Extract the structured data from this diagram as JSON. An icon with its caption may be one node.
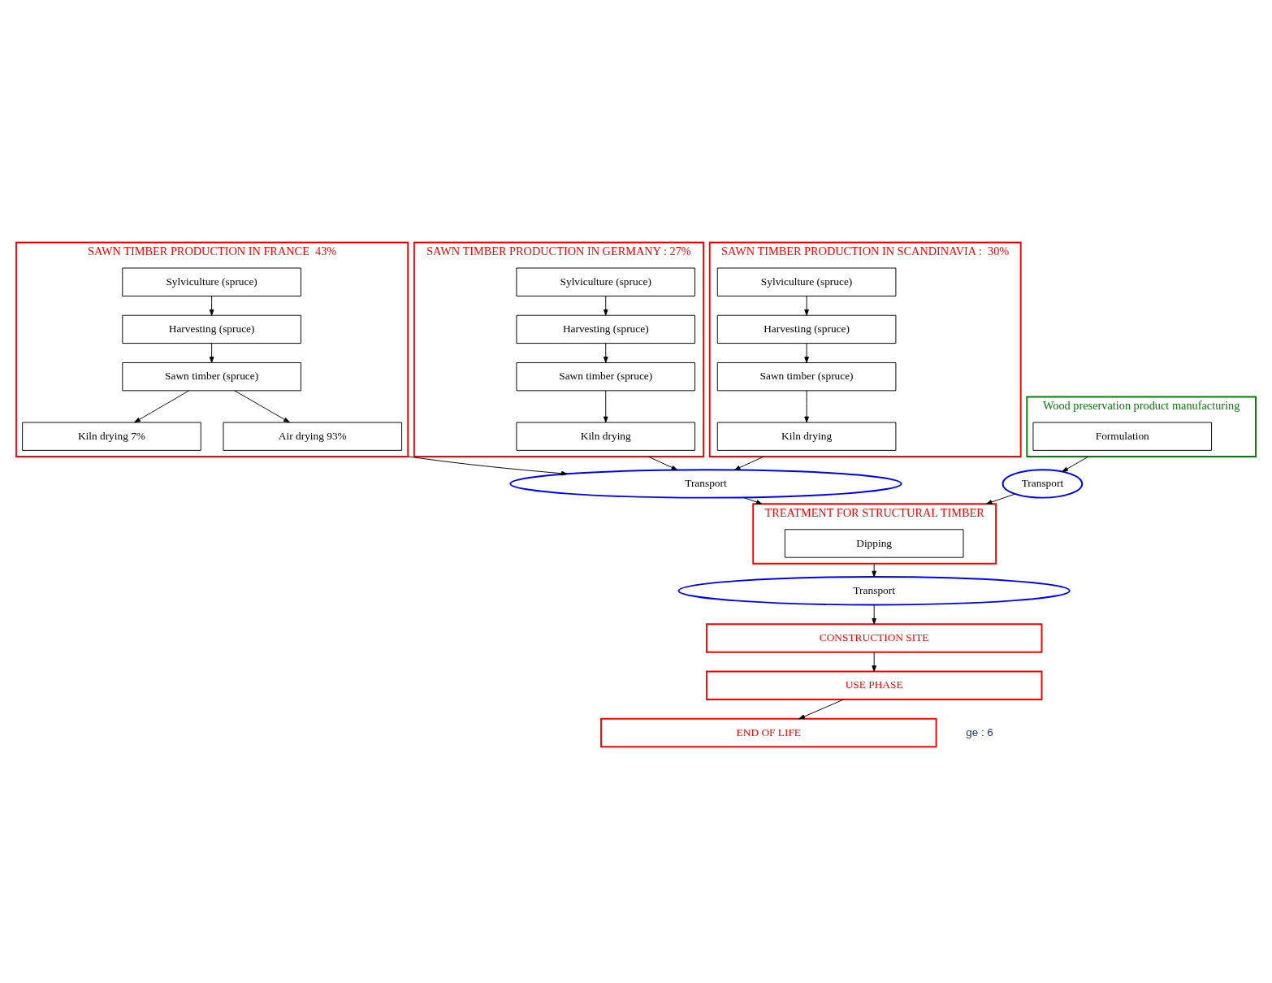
{
  "diagram": {
    "nodes": [
      {
        "text": [
          "SAWN TIMBER PRODUCTION IN FRANCE  43%"
        ]
      },
      {
        "text": [
          "Sylviculture (spruce)"
        ],
        "in": 0
      },
      {
        "text": [
          "Harvesting (spruce)"
        ],
        "in": 0
      },
      {
        "text": [
          "Sawn timber (spruce)"
        ],
        "in": 0
      },
      {
        "text": [
          "Kiln drying 7%"
        ],
        "in": 0
      },
      {
        "text": [
          "Air drying 93%"
        ],
        "in": 0
      },
      {
        "text": [
          "SAWN TIMBER PRODUCTION IN GERMANY : 27%"
        ]
      },
      {
        "text": [
          "Sylviculture (spruce)"
        ],
        "in": 6
      },
      {
        "text": [
          "Harvesting (spruce)"
        ],
        "in": 6
      },
      {
        "text": [
          "Sawn timber (spruce)"
        ],
        "in": 6
      },
      {
        "text": [
          "Kiln drying"
        ],
        "in": 6
      },
      {
        "text": [
          "SAWN TIMBER PRODUCTION IN SCANDINAVIA :  30%"
        ]
      },
      {
        "text": [
          "Sylviculture (spruce)"
        ],
        "in": 11
      },
      {
        "text": [
          "Harvesting (spruce)"
        ],
        "in": 11
      },
      {
        "text": [
          "Sawn timber (spruce)"
        ],
        "in": 11
      },
      {
        "text": [
          "Kiln drying"
        ],
        "in": 11
      },
      {
        "text": [
          "Transport"
        ]
      },
      {
        "text": [
          "TREATMENT FOR STRUCTURAL TIMBER"
        ]
      },
      {
        "text": [
          "Dipping"
        ],
        "in": 17
      },
      {
        "text": [
          "Transport"
        ]
      },
      {
        "text": [
          "Wood preservation product manufacturing"
        ]
      },
      {
        "text": [
          "Formulation"
        ],
        "in": 20
      },
      {
        "text": [
          "Transport"
        ]
      },
      {
        "text": [
          "CONSTRUCTION SITE"
        ]
      },
      {
        "text": [
          "USE PHASE"
        ]
      },
      {
        "text": [
          "END OF LIFE"
        ]
      }
    ],
    "edges": [
      {
        "from": 1,
        "to": 2,
        "arrow": "to"
      },
      {
        "from": 2,
        "to": 3,
        "arrow": "to"
      },
      {
        "from": 3,
        "to": 4,
        "arrow": "to"
      },
      {
        "from": 3,
        "to": 5,
        "arrow": "to"
      },
      {
        "from": 0,
        "to": 16,
        "arrow": "to"
      },
      {
        "from": 7,
        "to": 8,
        "arrow": "to"
      },
      {
        "from": 8,
        "to": 9,
        "arrow": "to"
      },
      {
        "from": 9,
        "to": 10,
        "arrow": "to"
      },
      {
        "from": 6,
        "to": 16,
        "arrow": "to"
      },
      {
        "from": 12,
        "to": 13,
        "arrow": "to"
      },
      {
        "from": 13,
        "to": 14,
        "arrow": "to"
      },
      {
        "from": 14,
        "to": 15,
        "arrow": "to"
      },
      {
        "from": 11,
        "to": 16,
        "arrow": "to"
      },
      {
        "from": 16,
        "to": 17,
        "arrow": "to"
      },
      {
        "from": 19,
        "to": 17,
        "arrow": "to"
      },
      {
        "from": 20,
        "to": 19,
        "arrow": "to"
      },
      {
        "from": 17,
        "to": 22,
        "arrow": "to"
      },
      {
        "from": 22,
        "to": 23,
        "arrow": "to"
      },
      {
        "from": 23,
        "to": 24,
        "arrow": "to"
      },
      {
        "from": 24,
        "to": 25,
        "arrow": "to"
      }
    ],
    "labels": [
      "ge : 6"
    ]
  }
}
